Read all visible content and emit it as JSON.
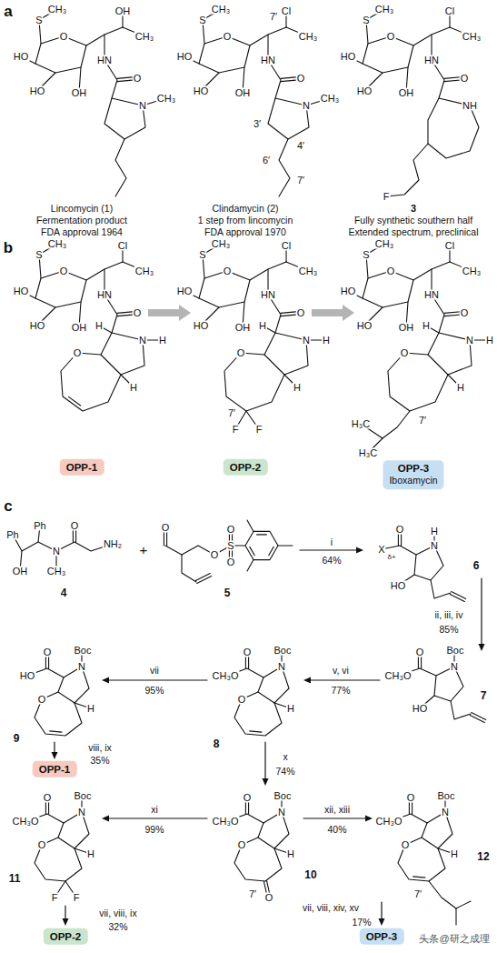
{
  "diagram": {
    "nodes": [
      {
        "text": [
          "OPP-1"
        ]
      },
      {
        "text": [
          "OPP-2"
        ]
      },
      {
        "text": [
          "OPP-3",
          "Iboxamycin"
        ]
      },
      {
        "text": [
          "OPP-1"
        ]
      },
      {
        "text": [
          "OPP-2"
        ]
      },
      {
        "text": [
          "OPP-3"
        ]
      }
    ],
    "labels": [
      "a",
      "S",
      "CH₃",
      "O",
      "HO",
      "HO",
      "OH",
      "OH",
      "CH₃",
      "HN",
      "O",
      "N",
      "CH₃",
      "Lincomycin (1)",
      "Fermentation product",
      "FDA approval 1964",
      "S",
      "CH₃",
      "O",
      "HO",
      "HO",
      "OH",
      "Cl",
      "CH₃",
      "HN",
      "O",
      "7′",
      "N",
      "CH₃",
      "3′",
      "4′",
      "6′",
      "7′",
      "Clindamycin (2)",
      "1 step from lincomycin",
      "FDA approval 1970",
      "S",
      "CH₃",
      "O",
      "HO",
      "HO",
      "OH",
      "Cl",
      "CH₃",
      "HN",
      "O",
      "NH",
      "F",
      "3",
      "Fully synthetic southern half",
      "Extended spectrum, preclinical",
      "b",
      "S",
      "CH₃",
      "O",
      "HO",
      "HO",
      "OH",
      "Cl",
      "CH₃",
      "HN",
      "O",
      "O",
      "N",
      "H",
      "H",
      "H",
      "S",
      "CH₃",
      "O",
      "HO",
      "HO",
      "OH",
      "Cl",
      "CH₃",
      "HN",
      "O",
      "O",
      "N",
      "H",
      "H",
      "H",
      "F",
      "F",
      "7′",
      "S",
      "CH₃",
      "O",
      "HO",
      "HO",
      "OH",
      "Cl",
      "CH₃",
      "HN",
      "O",
      "O",
      "N",
      "H",
      "H",
      "H",
      "7′",
      "H₃C",
      "H₃C",
      "c",
      "Ph",
      "Ph",
      "OH",
      "N",
      "CH₃",
      "O",
      "NH₂",
      "4",
      "+",
      "O",
      "O",
      "S",
      "O",
      "O",
      "5",
      "i",
      "64%",
      "X",
      "δ+",
      "O",
      "N",
      "H",
      "HO",
      "6",
      "ii, iii, iv",
      "85%",
      "CH₃O",
      "O",
      "N",
      "Boc",
      "HO",
      "7",
      "v, vi",
      "77%",
      "CH₃O",
      "O",
      "N",
      "Boc",
      "O",
      "H",
      "8",
      "vii",
      "95%",
      "HO",
      "O",
      "N",
      "Boc",
      "O",
      "H",
      "9",
      "viii, ix",
      "35%",
      "x",
      "74%",
      "CH₃O",
      "O",
      "N",
      "Boc",
      "O",
      "H",
      "O",
      "7′",
      "10",
      "xi",
      "99%",
      "CH₃O",
      "O",
      "N",
      "Boc",
      "O",
      "H",
      "F",
      "F",
      "11",
      "vii, viii, ix",
      "32%",
      "xii, xiii",
      "40%",
      "CH₃O",
      "O",
      "N",
      "Boc",
      "O",
      "H",
      "7′",
      "12",
      "vii, viii, xiv, xv",
      "17%",
      "头条@研之成理"
    ]
  }
}
